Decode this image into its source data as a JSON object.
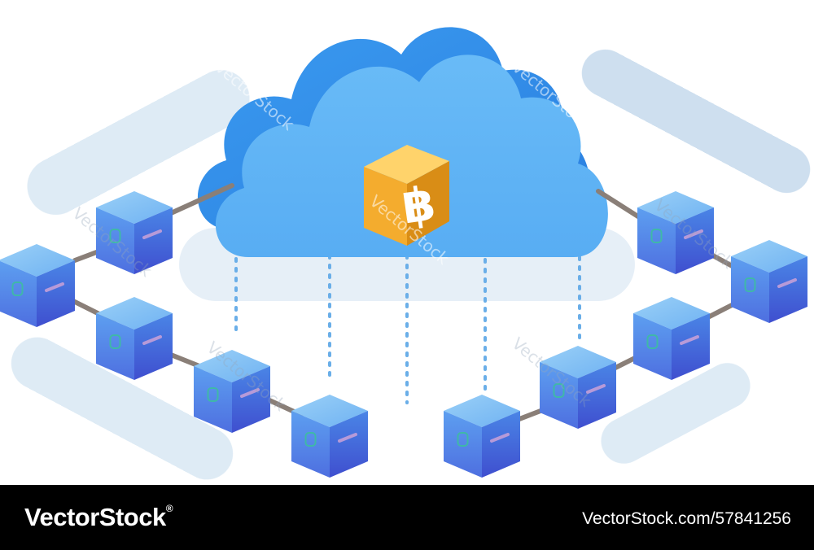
{
  "illustration": {
    "center_symbol": "฿",
    "watermark_text": "VectorStock",
    "colors": {
      "cloud_front": "#5cb1f5",
      "cloud_side": "#2d87e6",
      "cube_top": "#7fc0f5",
      "cube_left": "#4f86ea",
      "cube_right": "#3b63d8",
      "coin_cube_top": "#ffd36b",
      "coin_cube_left": "#f4ac2e",
      "coin_cube_right": "#d98d16",
      "chain": "#8a7f78",
      "dots": "#6aaee8",
      "decor_bands": "#d8e7f3"
    }
  },
  "footer": {
    "brand": "VectorStock",
    "registered": "®",
    "image_id": "VectorStock.com/57841256"
  }
}
